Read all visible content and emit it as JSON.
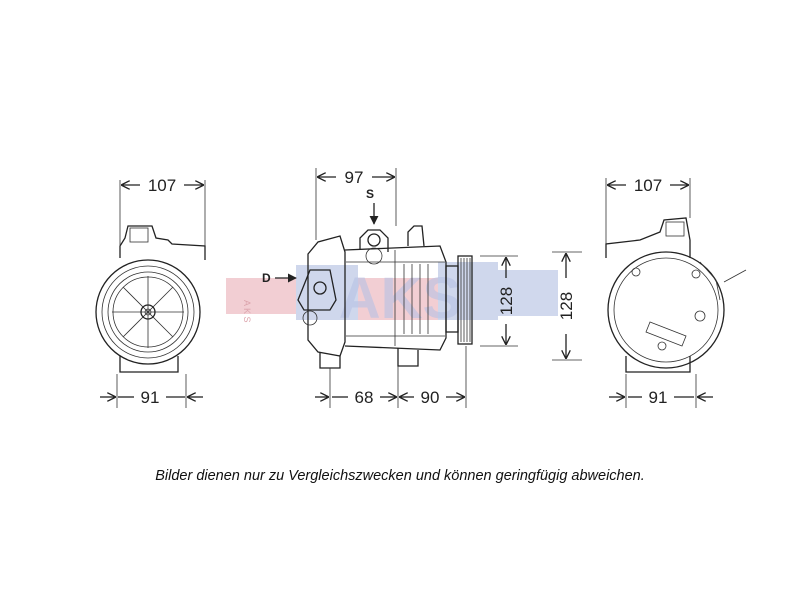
{
  "dimensions": {
    "left_width_top": "107",
    "left_width_bottom": "91",
    "center_width_top": "97",
    "center_bottom_left": "68",
    "center_bottom_right": "90",
    "center_height_1": "128",
    "center_height_2": "128",
    "right_width_top": "107",
    "right_width_bottom": "91"
  },
  "labels": {
    "s": "S",
    "d": "D"
  },
  "watermark": {
    "text": "AKS",
    "side_text": "A K S"
  },
  "caption": "Bilder dienen nur zu Vergleichszwecken und können geringfügig abweichen."
}
